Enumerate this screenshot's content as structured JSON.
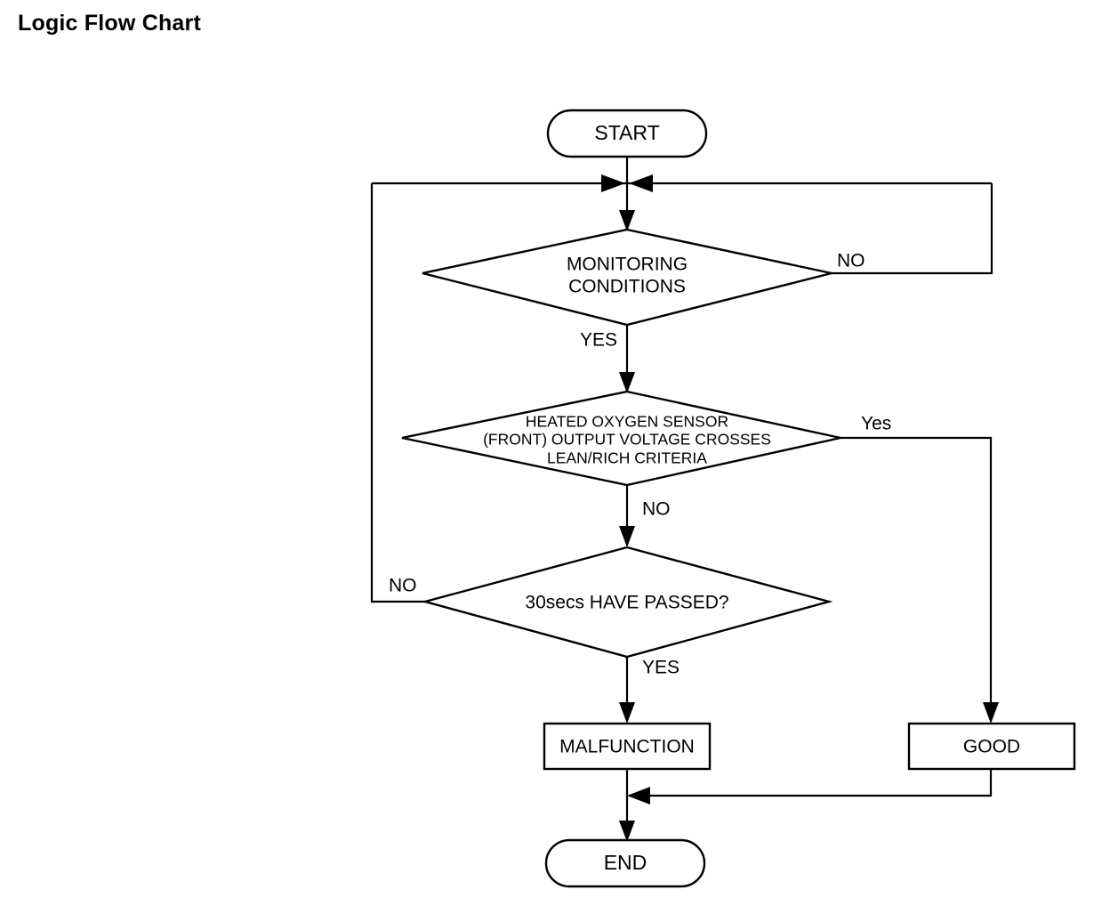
{
  "page": {
    "title": "Logic Flow Chart",
    "background_color": "#ffffff",
    "line_color": "#000000"
  },
  "flowchart": {
    "type": "flowchart",
    "orientation": "top-to-bottom",
    "nodes": [
      {
        "id": "start",
        "shape": "terminator",
        "label": "START"
      },
      {
        "id": "cond1",
        "shape": "decision",
        "label_lines": [
          "MONITORING",
          "CONDITIONS"
        ]
      },
      {
        "id": "cond2",
        "shape": "decision",
        "label_lines": [
          "HEATED OXYGEN SENSOR",
          "(FRONT)  OUTPUT VOLTAGE CROSSES",
          "LEAN/RICH CRITERIA"
        ]
      },
      {
        "id": "cond3",
        "shape": "decision",
        "label_lines": [
          "30secs HAVE PASSED?"
        ]
      },
      {
        "id": "malfunction",
        "shape": "process",
        "label": "MALFUNCTION"
      },
      {
        "id": "good",
        "shape": "process",
        "label": "GOOD"
      },
      {
        "id": "end",
        "shape": "terminator",
        "label": "END"
      }
    ],
    "edges": [
      {
        "from": "start",
        "to": "cond1",
        "label": ""
      },
      {
        "from": "cond1",
        "to": "cond2",
        "label": "YES",
        "exit": "bottom"
      },
      {
        "from": "cond1",
        "to": "cond1",
        "label": "NO",
        "exit": "right",
        "note": "loops back above MONITORING CONDITIONS"
      },
      {
        "from": "cond2",
        "to": "cond3",
        "label": "NO",
        "exit": "bottom"
      },
      {
        "from": "cond2",
        "to": "good",
        "label": "Yes",
        "exit": "right"
      },
      {
        "from": "cond3",
        "to": "malfunction",
        "label": "YES",
        "exit": "bottom"
      },
      {
        "from": "cond3",
        "to": "cond1",
        "label": "NO",
        "exit": "left",
        "note": "loops back above MONITORING CONDITIONS"
      },
      {
        "from": "malfunction",
        "to": "end",
        "label": ""
      },
      {
        "from": "good",
        "to": "end",
        "label": ""
      }
    ],
    "edge_labels": {
      "cond1_no": "NO",
      "cond1_yes": "YES",
      "cond2_yes": "Yes",
      "cond2_no": "NO",
      "cond3_no": "NO",
      "cond3_yes": "YES"
    },
    "node_labels": {
      "start": "START",
      "cond1_line1": "MONITORING",
      "cond1_line2": "CONDITIONS",
      "cond2_line1": "HEATED OXYGEN SENSOR",
      "cond2_line2": "(FRONT)  OUTPUT VOLTAGE CROSSES",
      "cond2_line3": "LEAN/RICH CRITERIA",
      "cond3_line1": "30secs HAVE PASSED?",
      "malfunction": "MALFUNCTION",
      "good": "GOOD",
      "end": "END"
    }
  }
}
